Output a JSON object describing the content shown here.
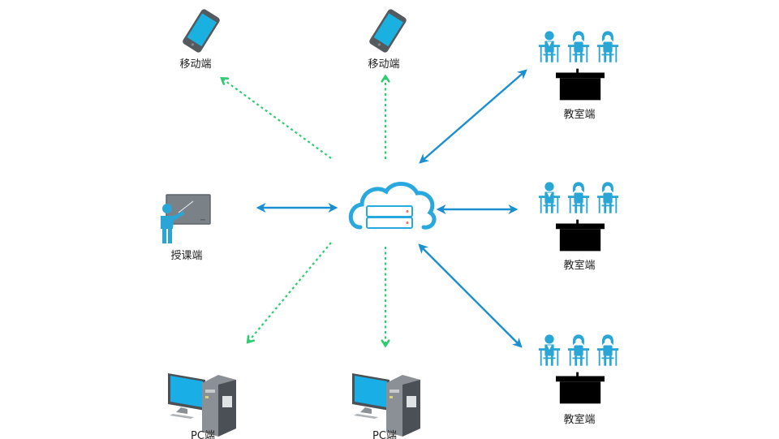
{
  "diagram": {
    "type": "network-topology",
    "colors": {
      "solid_arrow": "#1a8fd1",
      "dashed_arrow": "#2ecc71",
      "cloud": "#29a8e0",
      "server_dot": "#f07050",
      "phone_screen": "#1ab0e0",
      "phone_body": "#555a5e",
      "person": "#2aa6d6",
      "board": "#7a8288",
      "monitor_screen": "#1aaee6",
      "tower": "#6d7478",
      "student": "#2aa6d6",
      "desk": "#000000"
    },
    "center": {
      "name": "cloud-server",
      "icon": "cloud-server-icon"
    },
    "nodes": [
      {
        "id": "mobile-1",
        "label": "移动端",
        "icon": "smartphone-icon"
      },
      {
        "id": "mobile-2",
        "label": "移动端",
        "icon": "smartphone-icon"
      },
      {
        "id": "classroom-1",
        "label": "教室端",
        "icon": "classroom-icon"
      },
      {
        "id": "teacher",
        "label": "授课端",
        "icon": "teacher-blackboard-icon"
      },
      {
        "id": "classroom-2",
        "label": "教室端",
        "icon": "classroom-icon"
      },
      {
        "id": "pc-1",
        "label": "PC端",
        "icon": "desktop-computer-icon"
      },
      {
        "id": "pc-2",
        "label": "PC端",
        "icon": "desktop-computer-icon"
      },
      {
        "id": "classroom-3",
        "label": "教室端",
        "icon": "classroom-icon"
      }
    ],
    "edges": [
      {
        "from": "cloud-server",
        "to": "mobile-1",
        "style": "dashed",
        "direction": "to"
      },
      {
        "from": "cloud-server",
        "to": "mobile-2",
        "style": "dashed",
        "direction": "to"
      },
      {
        "from": "cloud-server",
        "to": "classroom-1",
        "style": "solid",
        "direction": "both"
      },
      {
        "from": "cloud-server",
        "to": "teacher",
        "style": "solid",
        "direction": "both"
      },
      {
        "from": "cloud-server",
        "to": "classroom-2",
        "style": "solid",
        "direction": "both"
      },
      {
        "from": "cloud-server",
        "to": "pc-1",
        "style": "dashed",
        "direction": "to"
      },
      {
        "from": "cloud-server",
        "to": "pc-2",
        "style": "dashed",
        "direction": "to"
      },
      {
        "from": "cloud-server",
        "to": "classroom-3",
        "style": "solid",
        "direction": "both"
      }
    ]
  }
}
